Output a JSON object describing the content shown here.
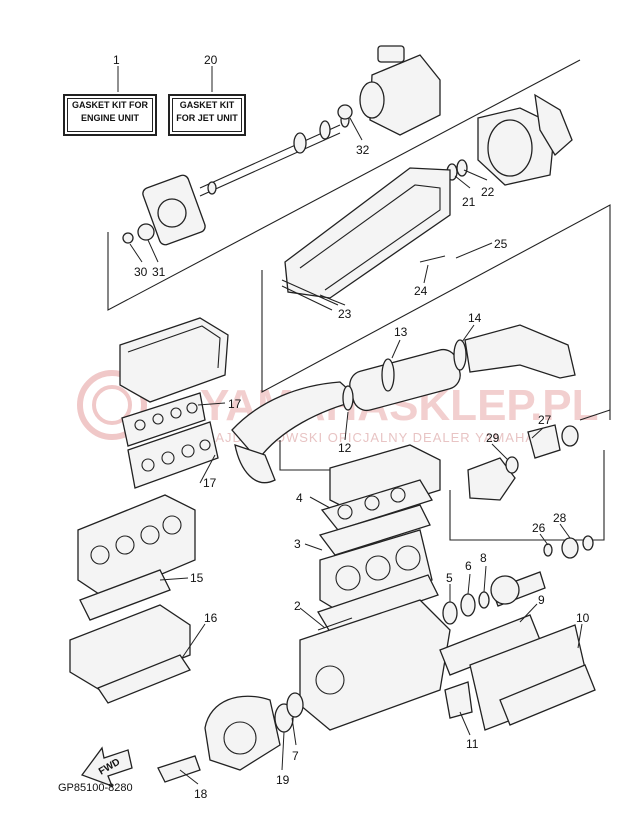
{
  "watermark": {
    "brand": "YAMAHASKLEP.PL",
    "tagline": "RAJDOCHOWSKI OFICJALNY DEALER YAMAHA"
  },
  "kits": [
    {
      "ref": "1",
      "line1": "GASKET KIT FOR",
      "line2": "ENGINE UNIT"
    },
    {
      "ref": "20",
      "line1": "GASKET KIT",
      "line2": "FOR JET UNIT"
    }
  ],
  "callouts": [
    "1",
    "20",
    "32",
    "22",
    "21",
    "25",
    "30",
    "31",
    "24",
    "23",
    "13",
    "14",
    "17",
    "27",
    "12",
    "29",
    "4",
    "17",
    "28",
    "26",
    "3",
    "6",
    "8",
    "15",
    "5",
    "9",
    "2",
    "16",
    "10",
    "7",
    "11",
    "19",
    "18"
  ],
  "fwd_label": "FWD",
  "diagram_code": "GP85100-8280",
  "colors": {
    "ink": "#222222",
    "watermark": "#f2cfcf"
  }
}
